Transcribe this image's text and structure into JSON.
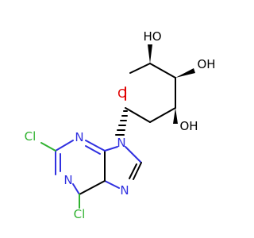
{
  "molecule": {
    "atoms": {
      "oh_top": "HO",
      "oh_right": "OH",
      "oh_lower": "OH",
      "ring_o": "O",
      "n9": "N",
      "n3": "N",
      "n1": "N",
      "n7": "N",
      "cl_2": "Cl",
      "cl_6": "Cl"
    }
  }
}
